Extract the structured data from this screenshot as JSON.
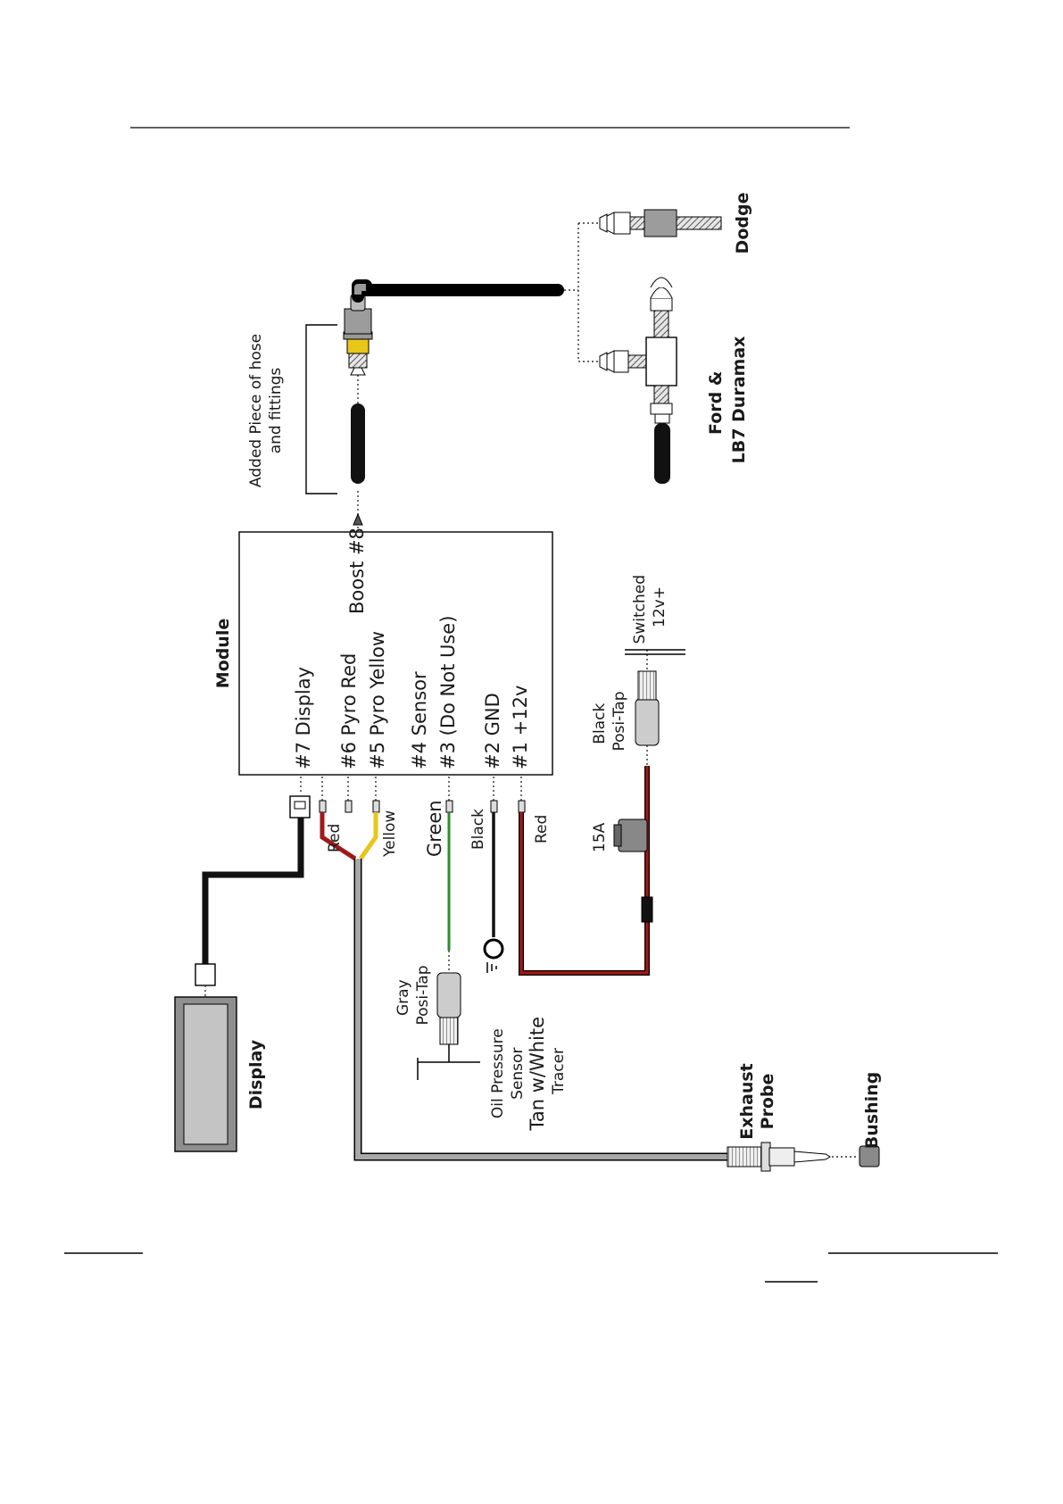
{
  "titles": {
    "module": "Module",
    "display": "Display",
    "exhaust_probe": "Exhaust\nProbe",
    "bushing": "Bushing",
    "dodge": "Dodge",
    "ford": "Ford &\nLB7 Duramax"
  },
  "module_pins": {
    "p7": "#7  Display",
    "p6": "#6  Pyro Red",
    "p5": "#5  Pyro Yellow",
    "p4": "#4  Sensor",
    "p3": "#3  (Do Not Use)",
    "p2": "#2  GND",
    "p1": "#1  +12v",
    "p8": "Boost #8"
  },
  "wires": {
    "red": "Red",
    "yellow": "Yellow",
    "green": "Green",
    "black": "Black",
    "red2": "Red"
  },
  "labels": {
    "added_piece": "Added Piece of hose\nand fittings",
    "gray_posi": "Gray\nPosi-Tap",
    "oil_sensor": "Oil Pressure\nSensor\nTan w/White\nTracer",
    "black_posi": "Black\nPosi-Tap",
    "switched": "Switched\n12v+",
    "fuse": "15A"
  },
  "colors": {
    "red_wire": "#a01818",
    "yellow_wire": "#e8c61a",
    "green_wire": "#2f8a2f",
    "black_wire": "#111111",
    "gray_cable": "#a8a8a8",
    "display_fill": "#bdbdbd"
  }
}
